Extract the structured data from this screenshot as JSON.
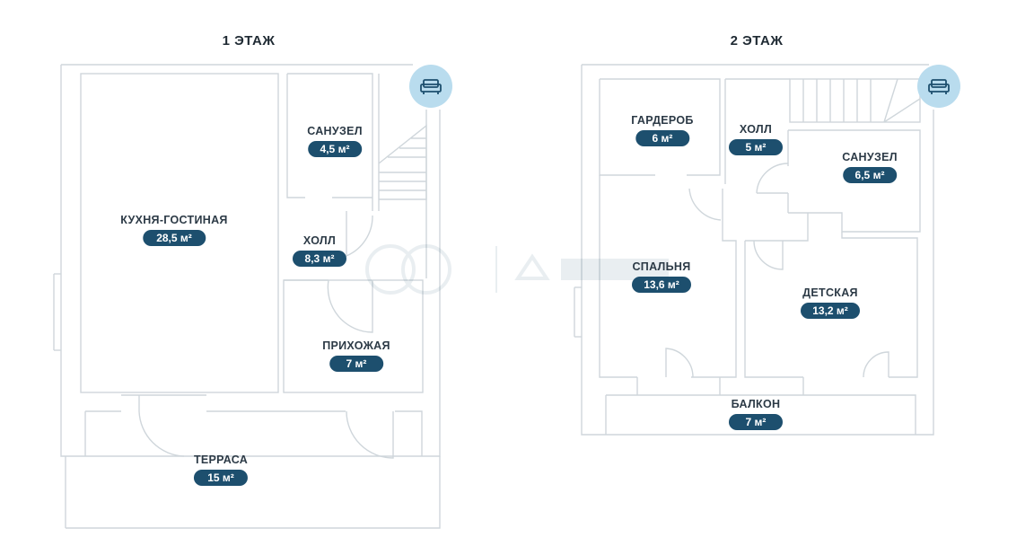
{
  "floors": [
    {
      "title": "1 ЭТАЖ",
      "rooms": [
        {
          "name": "САНУЗЕЛ",
          "area": "4,5 м²"
        },
        {
          "name": "КУХНЯ-ГОСТИНАЯ",
          "area": "28,5 м²"
        },
        {
          "name": "ХОЛЛ",
          "area": "8,3 м²"
        },
        {
          "name": "ПРИХОЖАЯ",
          "area": "7 м²"
        },
        {
          "name": "ТЕРРАСА",
          "area": "15 м²"
        }
      ]
    },
    {
      "title": "2 ЭТАЖ",
      "rooms": [
        {
          "name": "ГАРДЕРОБ",
          "area": "6 м²"
        },
        {
          "name": "ХОЛЛ",
          "area": "5 м²"
        },
        {
          "name": "САНУЗЕЛ",
          "area": "6,5 м²"
        },
        {
          "name": "СПАЛЬНЯ",
          "area": "13,6 м²"
        },
        {
          "name": "ДЕТСКАЯ",
          "area": "13,2 м²"
        },
        {
          "name": "БАЛКОН",
          "area": "7 м²"
        }
      ]
    }
  ],
  "icons": {
    "furniture_badge": "sofa-icon"
  },
  "colors": {
    "wall": "#cfd6db",
    "label_bg": "#1d4f6e",
    "badge_bg": "#b9dcee",
    "text": "#2c3a46"
  }
}
